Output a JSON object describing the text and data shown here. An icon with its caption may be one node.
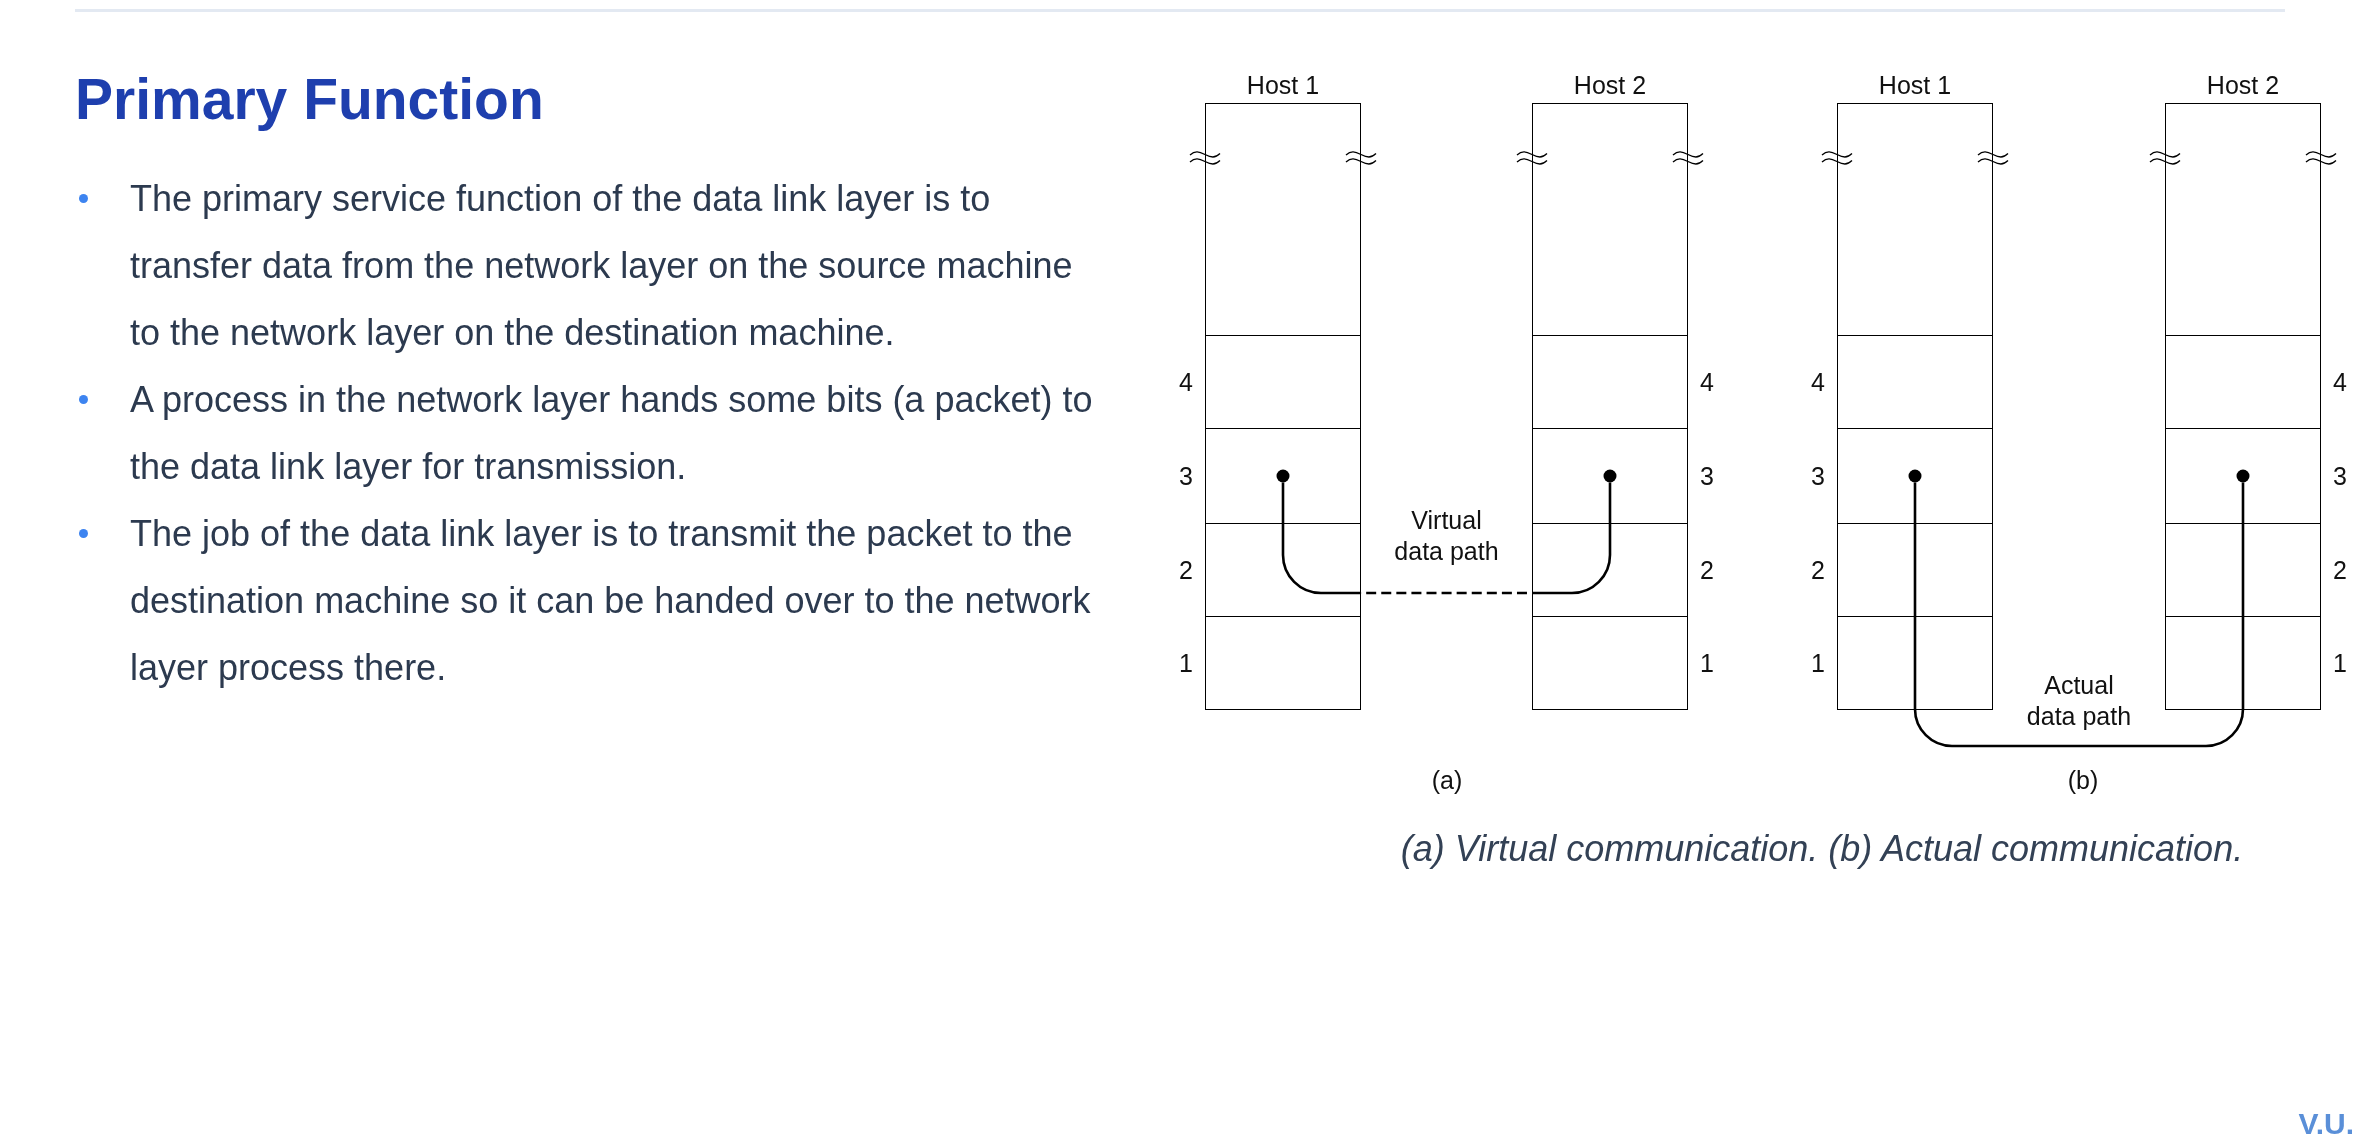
{
  "diagram": {
    "title": "Primary Function",
    "caption": "(a) Virtual communication. (b) Actual communication.",
    "nodes": [
      {
        "text": [
          "Host 1"
        ],
        "beside": [
          "4",
          "3",
          "2",
          "1"
        ]
      },
      {
        "text": [],
        "shape": "circle",
        "in": 0
      },
      {
        "text": [
          "Host 2"
        ],
        "beside": [
          "4",
          "3",
          "2",
          "1"
        ]
      },
      {
        "text": [],
        "shape": "circle",
        "in": 2
      },
      {
        "text": [
          "Host 1"
        ],
        "beside": [
          "4",
          "3",
          "2",
          "1"
        ]
      },
      {
        "text": [],
        "shape": "circle",
        "in": 4
      },
      {
        "text": [
          "Host 2"
        ],
        "beside": [
          "4",
          "3",
          "2",
          "1"
        ]
      },
      {
        "text": [],
        "shape": "circle",
        "in": 6
      }
    ],
    "edges": [
      {
        "from": 1,
        "to": 3,
        "arrow": "none",
        "label": "Virtual data path",
        "style": "dashed"
      },
      {
        "from": 5,
        "to": 7,
        "arrow": "none",
        "label": "Actual data path"
      }
    ],
    "labels": [
      "The primary service function of the data link layer is to transfer data from the network layer on the source machine to the network layer on the destination machine.",
      "A process in the network layer hands some bits (a packet) to the data link layer for transmission.",
      "The job of the data link layer is to transmit the packet to the destination machine so it can be handed over to the network layer process there.",
      "(a)",
      "(b)",
      "V.U."
    ]
  }
}
